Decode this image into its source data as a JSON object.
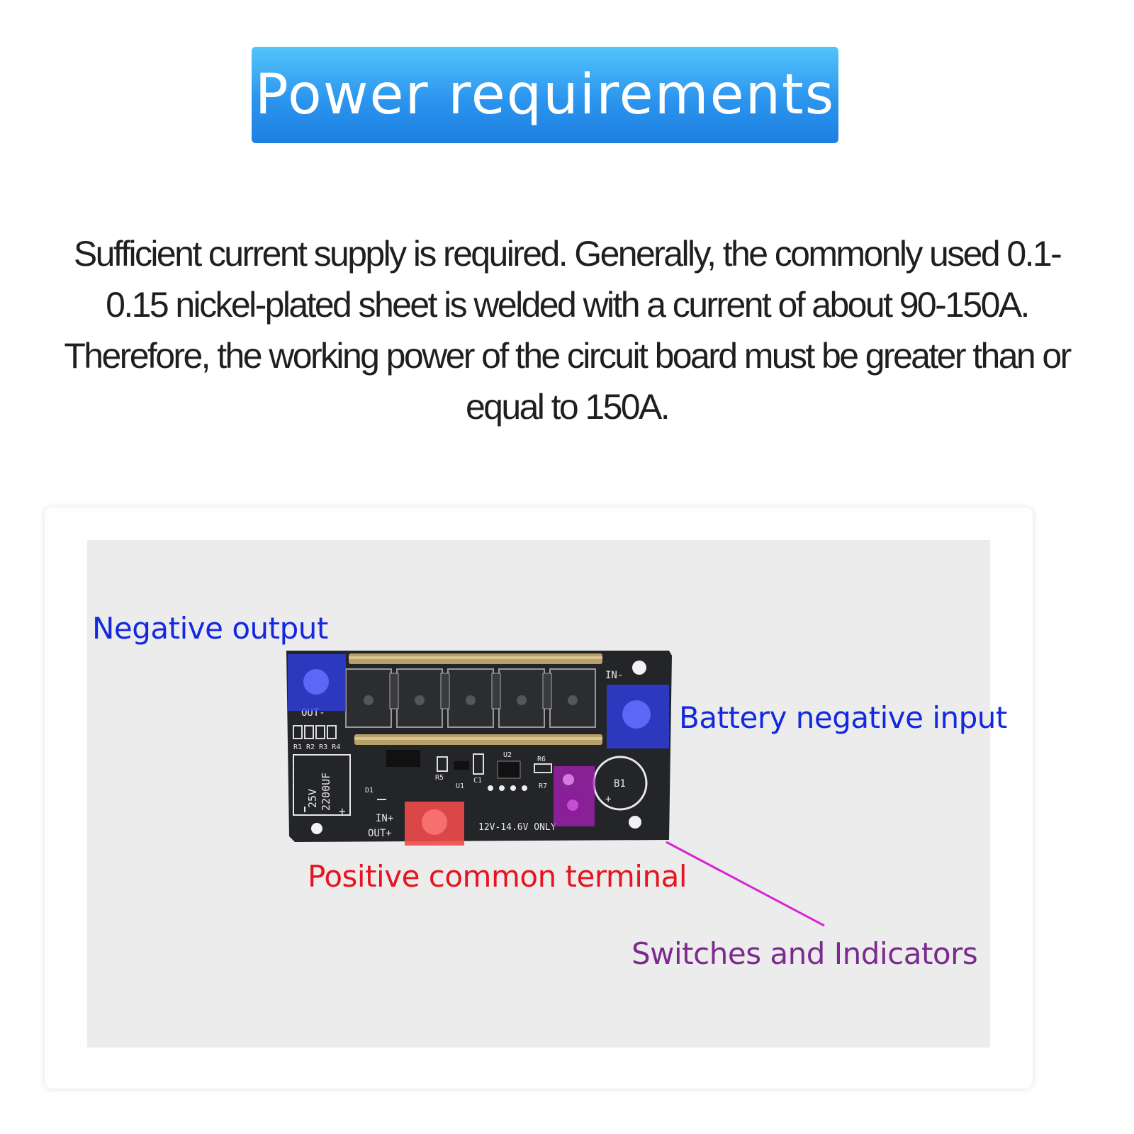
{
  "banner": {
    "title": "Power requirements"
  },
  "description": {
    "text": "Sufficient current supply is required. Generally, the commonly used 0.1-0.15 nickel-plated sheet is welded with a current of about 90-150A. Therefore, the working power of the circuit board must be greater than or equal to 150A."
  },
  "callouts": {
    "negative_output": "Negative output",
    "battery_negative_input": "Battery negative input",
    "positive_common_terminal": "Positive common terminal",
    "switches_and_indicators": "Switches and Indicators"
  },
  "board_labels": {
    "out_minus": "OUT-",
    "in_minus": "IN-",
    "in_plus": "IN+",
    "out_plus": "OUT+",
    "resistors": "R1 R2 R3 R4",
    "cap_voltage": "25V",
    "cap_value": "2200UF",
    "plus": "+",
    "voltage_rating": "12V-14.6V ONLY",
    "battery": "B1",
    "u1": "U1",
    "u2": "U2",
    "r5": "R5",
    "c1": "C1",
    "r6": "R6",
    "r7": "R7",
    "d1": "D1"
  },
  "colors": {
    "banner_top": "#53c4fb",
    "banner_bottom": "#1e7fe2",
    "negative_highlight": "#2f3ff0",
    "positive_highlight": "#f04a4a",
    "switch_highlight": "#b020c0",
    "callout_blue": "#1428e0",
    "callout_red": "#e6141e",
    "callout_purple": "#7c2a8e",
    "pcb": "#222326"
  }
}
